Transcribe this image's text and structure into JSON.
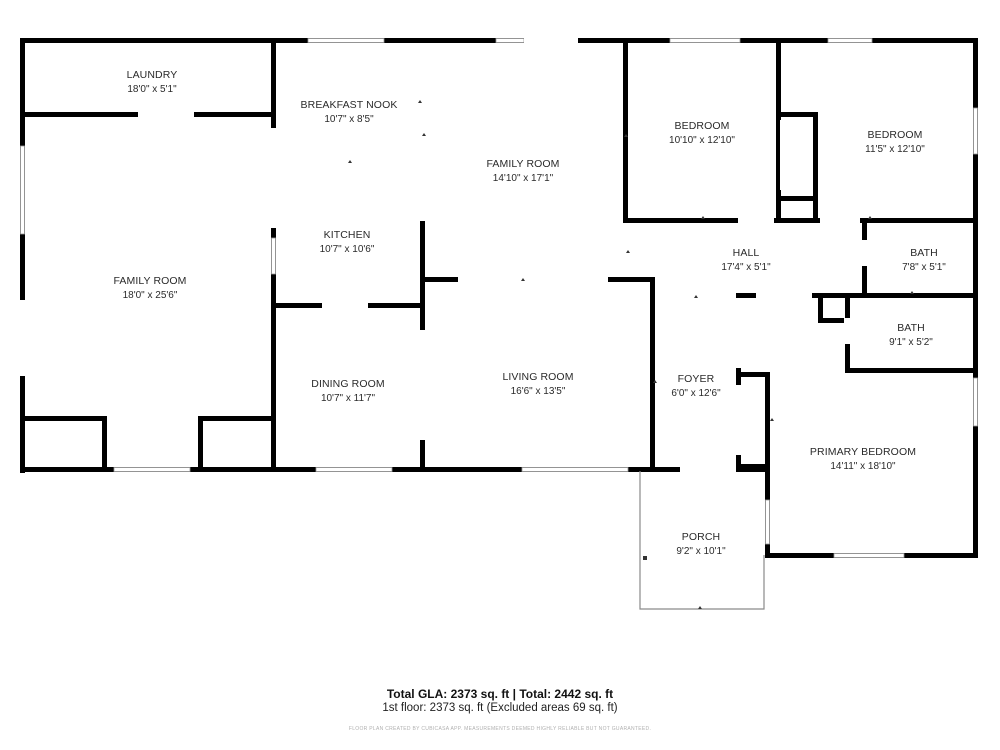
{
  "floorplan": {
    "rooms": [
      {
        "name": "LAUNDRY",
        "dims": "18'0\" x 5'1\""
      },
      {
        "name": "FAMILY ROOM",
        "dims": "18'0\" x 25'6\""
      },
      {
        "name": "BREAKFAST NOOK",
        "dims": "10'7\" x 8'5\""
      },
      {
        "name": "FAMILY ROOM",
        "dims": "14'10\" x 17'1\""
      },
      {
        "name": "KITCHEN",
        "dims": "10'7\" x 10'6\""
      },
      {
        "name": "DINING ROOM",
        "dims": "10'7\" x 11'7\""
      },
      {
        "name": "LIVING ROOM",
        "dims": "16'6\" x 13'5\""
      },
      {
        "name": "BEDROOM",
        "dims": "10'10\" x 12'10\""
      },
      {
        "name": "BEDROOM",
        "dims": "11'5\" x 12'10\""
      },
      {
        "name": "HALL",
        "dims": "17'4\" x 5'1\""
      },
      {
        "name": "BATH",
        "dims": "7'8\" x 5'1\""
      },
      {
        "name": "BATH",
        "dims": "9'1\" x 5'2\""
      },
      {
        "name": "FOYER",
        "dims": "6'0\" x 12'6\""
      },
      {
        "name": "PRIMARY BEDROOM",
        "dims": "14'11\" x 18'10\""
      },
      {
        "name": "PORCH",
        "dims": "9'2\" x 10'1\""
      }
    ]
  },
  "summary": {
    "main": "Total GLA: 2373 sq. ft | Total: 2442 sq. ft",
    "sub": "1st floor: 2373 sq. ft (Excluded areas 69 sq. ft)"
  },
  "disclaimer": "FLOOR PLAN CREATED BY CUBICASA APP. MEASUREMENTS DEEMED HIGHLY RELIABLE BUT NOT GUARANTEED."
}
